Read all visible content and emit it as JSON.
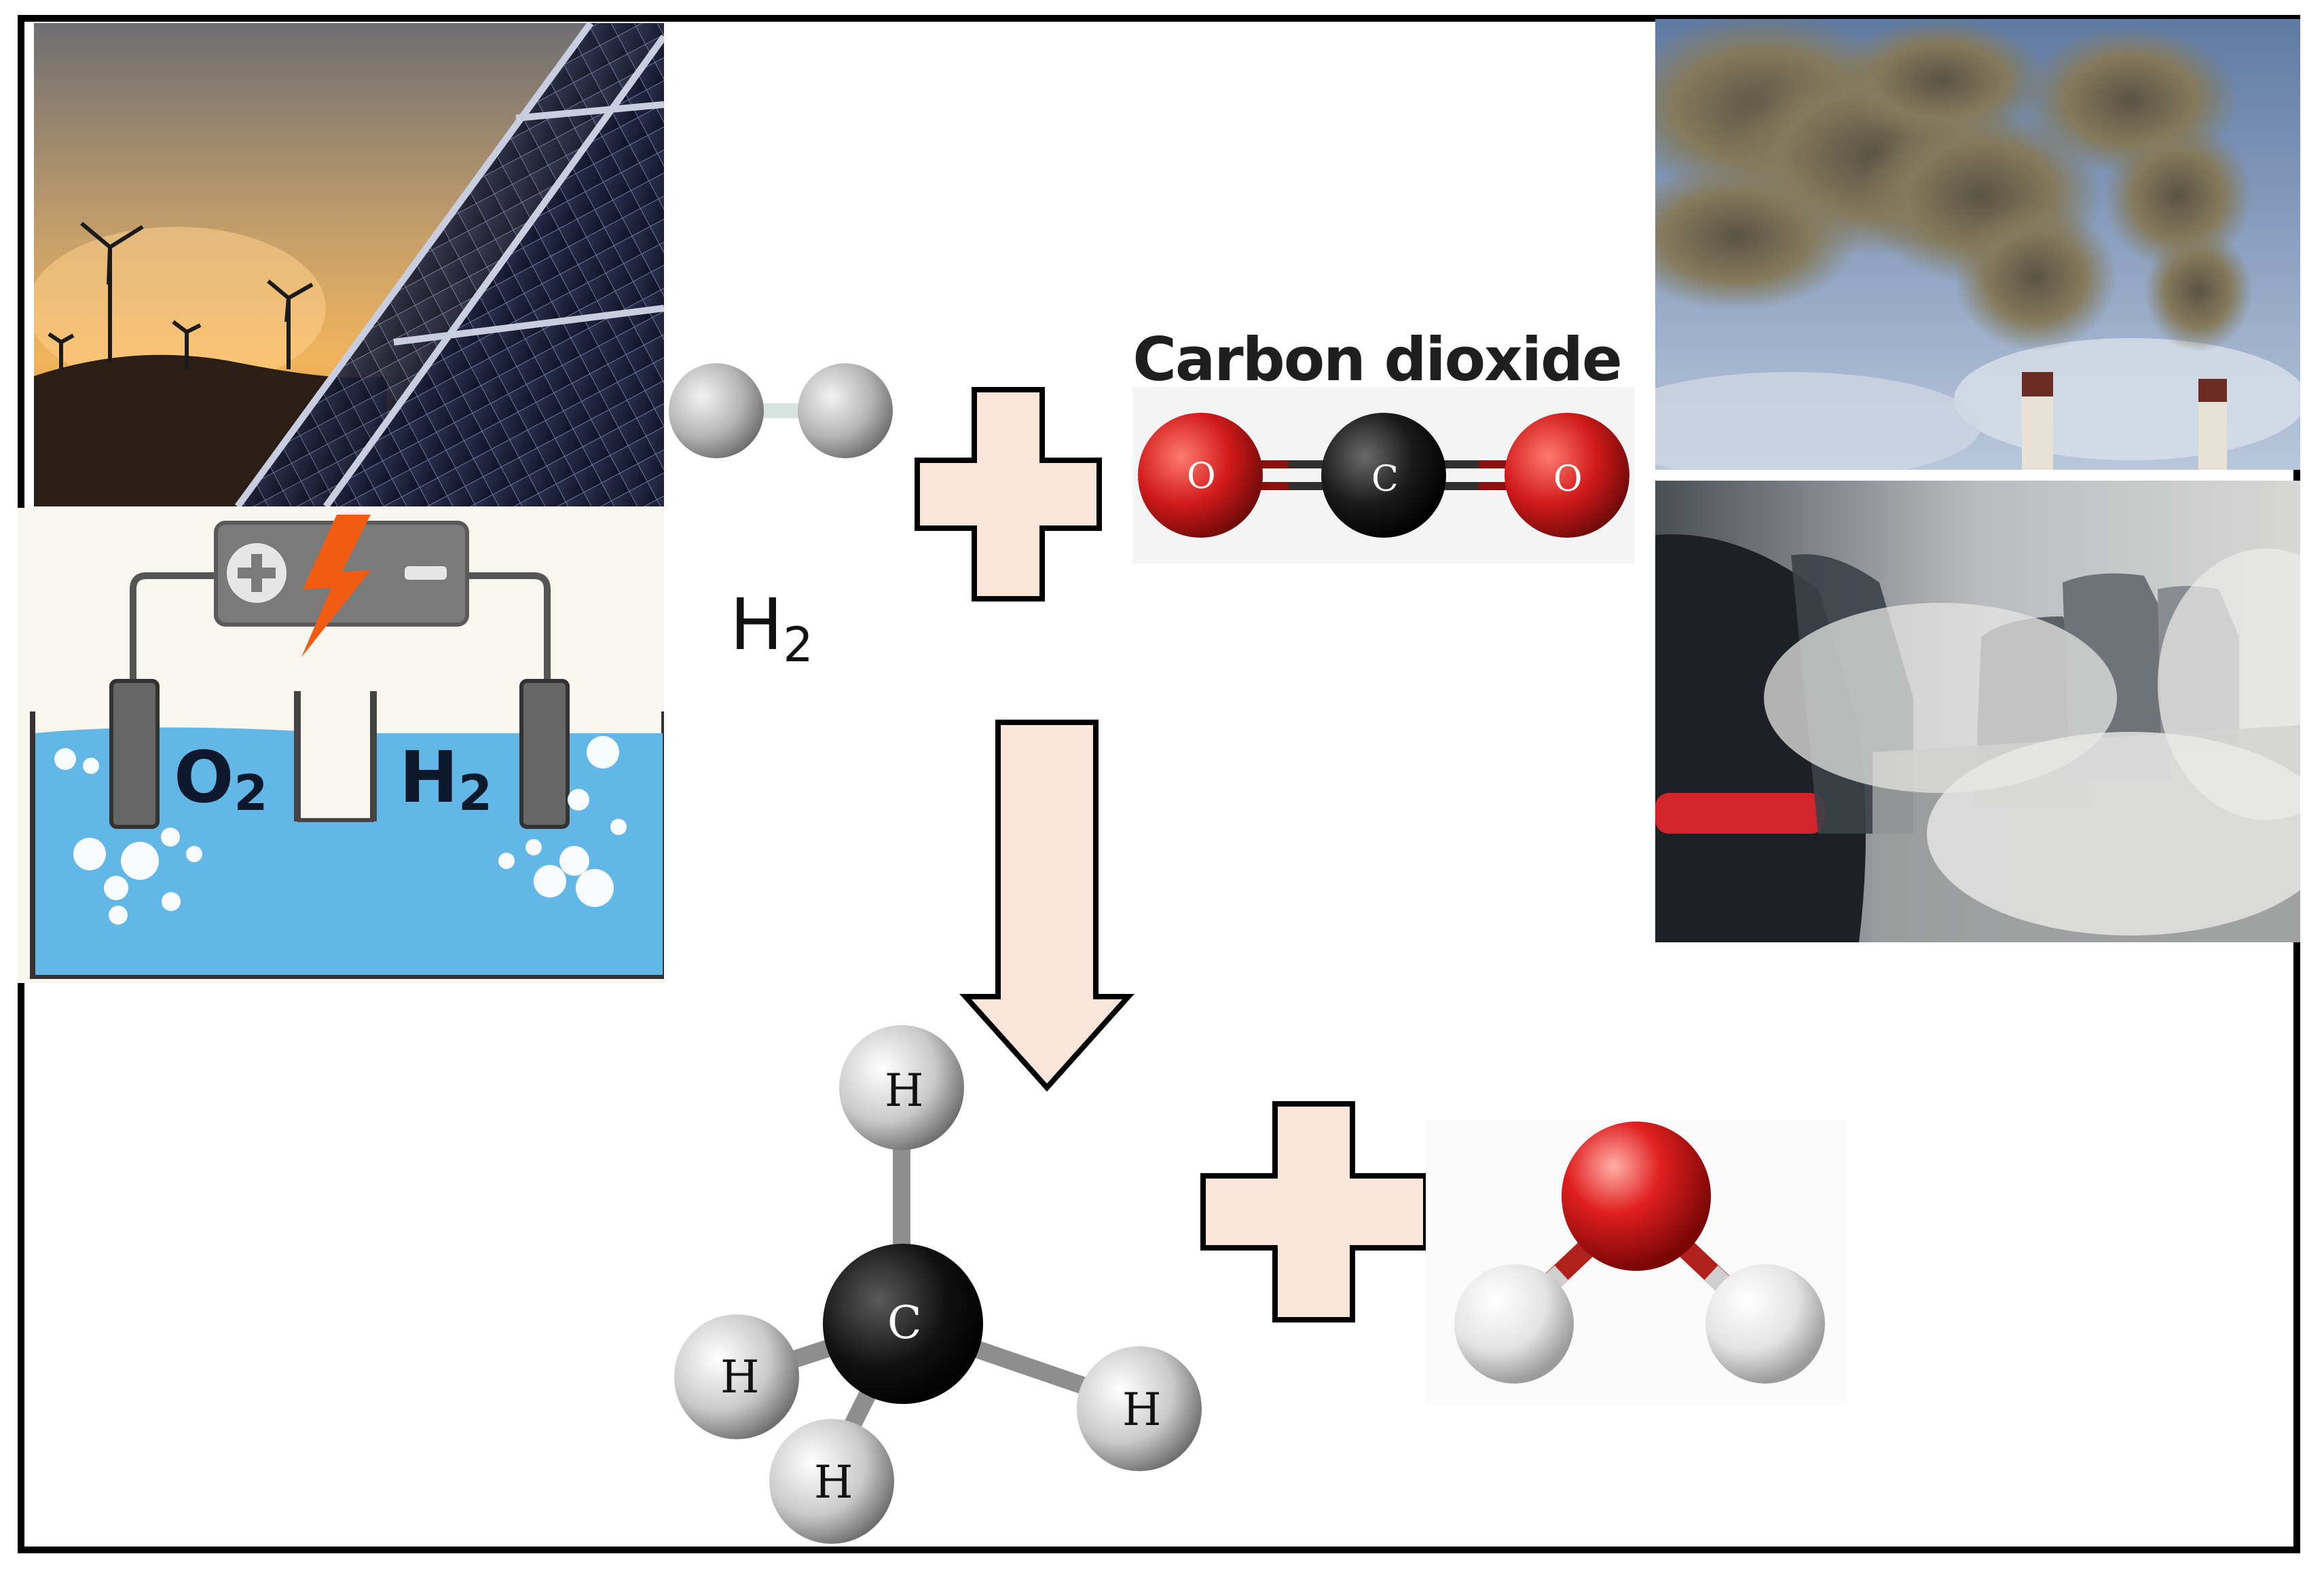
{
  "diagram": {
    "electrolyzer": {
      "oxygen_symbol": "O",
      "oxygen_subscript": "2",
      "hydrogen_symbol": "H",
      "hydrogen_subscript": "2"
    },
    "hydrogen_label": {
      "symbol": "H",
      "subscript": "2"
    },
    "carbon_dioxide": {
      "title": "Carbon dioxide",
      "atom_left": "O",
      "atom_center": "C",
      "atom_right": "O"
    },
    "methane": {
      "center_atom": "C",
      "atom_top": "H",
      "atom_left": "H",
      "atom_bottom": "H",
      "atom_right": "H"
    },
    "colors": {
      "arrow_fill": "#fbe5d9",
      "arrow_stroke": "#000000",
      "water_blue": "#63b7e6",
      "oxygen_red": "#d11a1a",
      "carbon_black": "#1a1a1a",
      "hydrogen_grey": "#c9c9c9"
    },
    "icons": [
      "solar-wind-photo",
      "electrolyzer-icon",
      "hydrogen-molecule-icon",
      "co2-molecule-icon",
      "smokestack-photo",
      "traffic-exhaust-photo",
      "methane-molecule-icon",
      "water-molecule-icon"
    ]
  }
}
